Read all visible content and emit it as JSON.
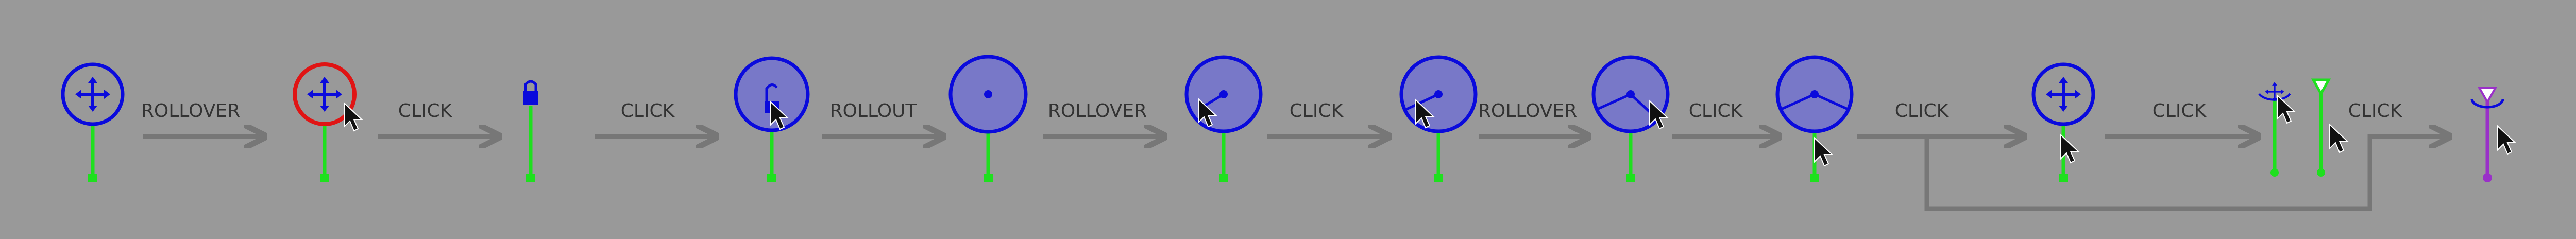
{
  "diagram": {
    "transitions": [
      "ROLLOVER",
      "CLICK",
      "CLICK",
      "ROLLOUT",
      "ROLLOVER",
      "CLICK",
      "ROLLOVER",
      "CLICK",
      "CLICK",
      "CLICK",
      "CLICK"
    ],
    "states": [
      {
        "name": "move-gizmo-idle",
        "icon": "move-arrows-icon"
      },
      {
        "name": "move-gizmo-hover",
        "icon": "move-arrows-icon"
      },
      {
        "name": "locked-stem",
        "icon": "padlock-icon"
      },
      {
        "name": "unlocked-disc",
        "icon": "open-padlock-icon"
      },
      {
        "name": "filled-disc",
        "icon": "center-dot-icon"
      },
      {
        "name": "disc-one-spoke",
        "icon": "spoke-icon"
      },
      {
        "name": "disc-one-spoke-rotated",
        "icon": "spoke-icon"
      },
      {
        "name": "disc-two-spokes",
        "icon": "spoke-icon"
      },
      {
        "name": "disc-two-spokes-final",
        "icon": "spoke-icon"
      },
      {
        "name": "move-gizmo-reset",
        "icon": "move-arrows-icon"
      },
      {
        "name": "mini-gizmos",
        "icon": "move-arrows-icon"
      },
      {
        "name": "purple-marker",
        "icon": "triangle-marker-icon"
      }
    ],
    "colors": {
      "background": "#999999",
      "blue": "#0a0adc",
      "fill": "#7878c8",
      "green": "#1ee01e",
      "red": "#e01414",
      "purple": "#9a30c8",
      "arrow": "#777777",
      "text": "#333333"
    }
  }
}
